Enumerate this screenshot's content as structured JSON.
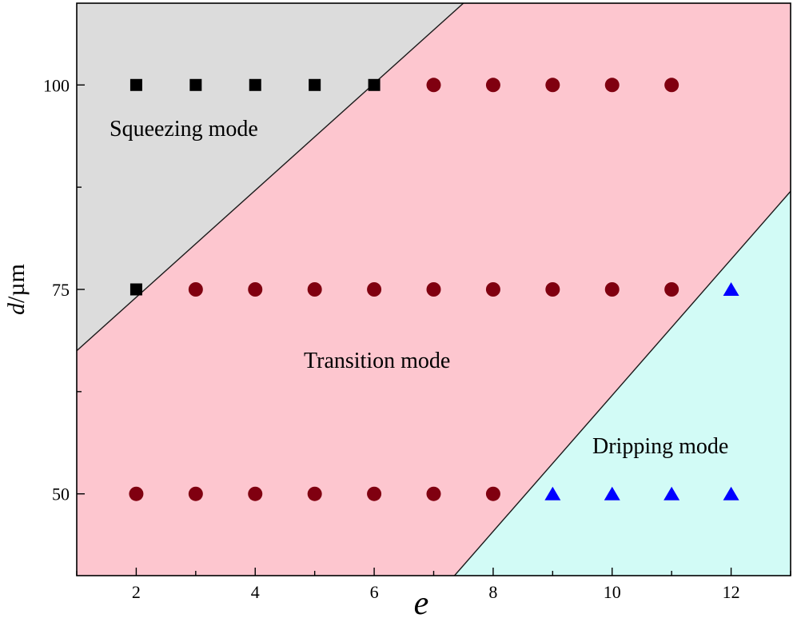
{
  "chart_data": {
    "type": "scatter",
    "title": "",
    "xlabel": "e",
    "ylabel_symbol": "d",
    "ylabel_unit": "/µm",
    "xlim": [
      1,
      13
    ],
    "ylim": [
      40,
      110
    ],
    "x_ticks": [
      2,
      4,
      6,
      8,
      10,
      12
    ],
    "x_tick_labels": [
      "2",
      "4",
      "6",
      "8",
      "10",
      "12"
    ],
    "y_ticks": [
      50,
      75,
      100
    ],
    "y_tick_labels": [
      "50",
      "75",
      "100"
    ],
    "grid": false,
    "legend": "none",
    "regions": [
      {
        "label": "Squeezing mode",
        "color": "#dcdcdc"
      },
      {
        "label": "Transition mode",
        "color": "#fdc6cf"
      },
      {
        "label": "Dripping mode",
        "color": "#d2fbf6"
      }
    ],
    "boundaries": [
      {
        "x": [
          1,
          7.5
        ],
        "y": [
          67.5,
          110
        ]
      },
      {
        "x": [
          7.35,
          13
        ],
        "y": [
          40,
          87
        ]
      }
    ],
    "series": [
      {
        "mode": "Squeezing mode",
        "marker": "square",
        "color": "#000000",
        "x": [
          2,
          3,
          4,
          5,
          6,
          2
        ],
        "y": [
          100,
          100,
          100,
          100,
          100,
          75
        ]
      },
      {
        "mode": "Transition mode",
        "marker": "circle",
        "color": "#800010",
        "x": [
          7,
          8,
          9,
          10,
          11,
          3,
          4,
          5,
          6,
          7,
          8,
          9,
          10,
          11,
          2,
          3,
          4,
          5,
          6,
          7,
          8
        ],
        "y": [
          100,
          100,
          100,
          100,
          100,
          75,
          75,
          75,
          75,
          75,
          75,
          75,
          75,
          75,
          50,
          50,
          50,
          50,
          50,
          50,
          50
        ]
      },
      {
        "mode": "Dripping mode",
        "marker": "triangle",
        "color": "#0000ff",
        "x": [
          12,
          9,
          10,
          11,
          12
        ],
        "y": [
          75,
          50,
          50,
          50,
          50
        ]
      }
    ]
  }
}
